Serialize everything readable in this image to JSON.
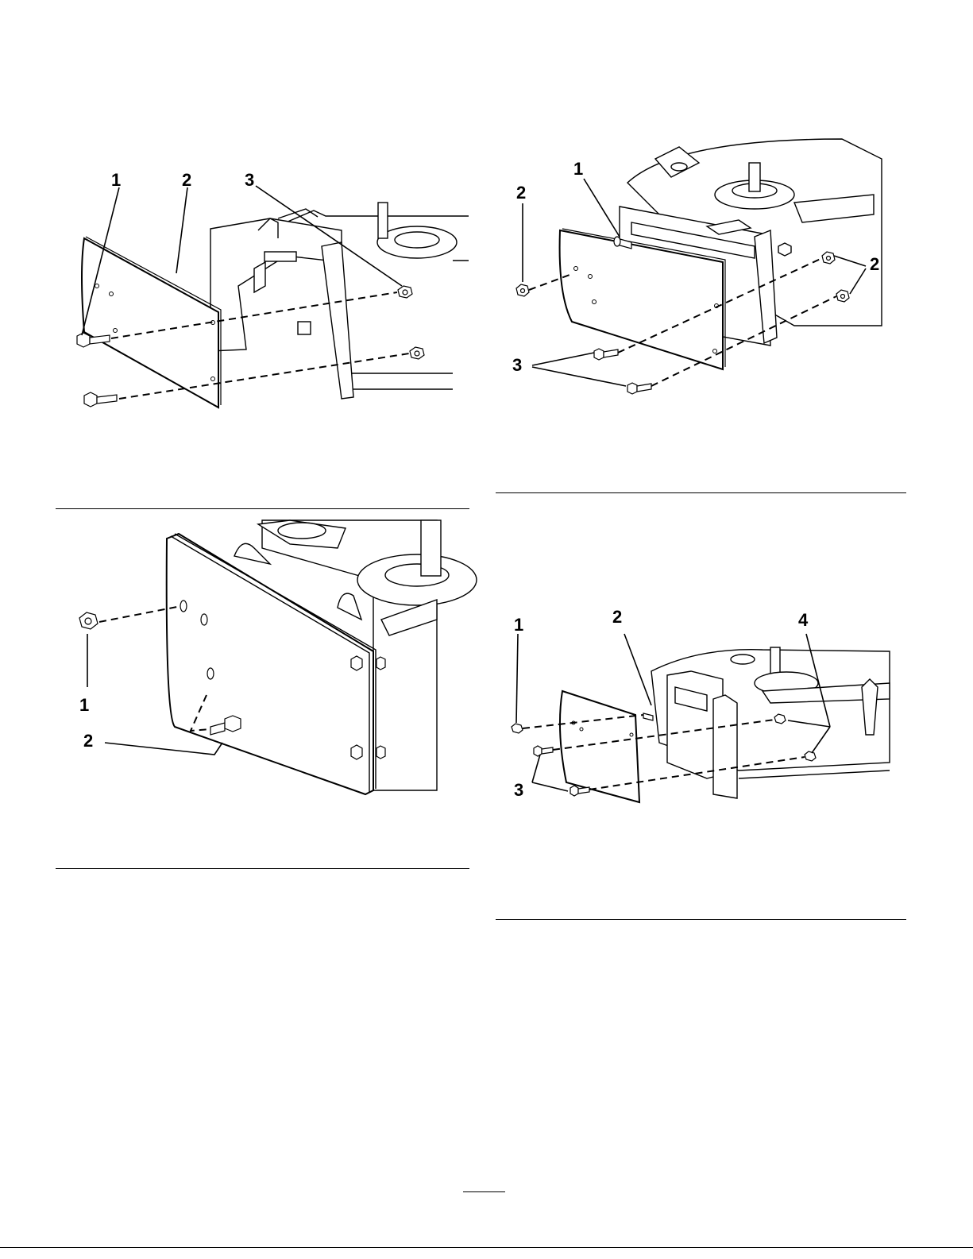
{
  "figure_a": {
    "callouts": [
      "1",
      "2",
      "3"
    ]
  },
  "figure_b": {
    "callouts": [
      "1",
      "2",
      "2",
      "3"
    ]
  },
  "figure_c": {
    "callouts": [
      "1",
      "2"
    ]
  },
  "figure_d": {
    "callouts": [
      "1",
      "2",
      "4",
      "3"
    ]
  },
  "colors": {
    "line": "#000000",
    "part_fill": "#ffffff",
    "shade": "#efefef"
  }
}
